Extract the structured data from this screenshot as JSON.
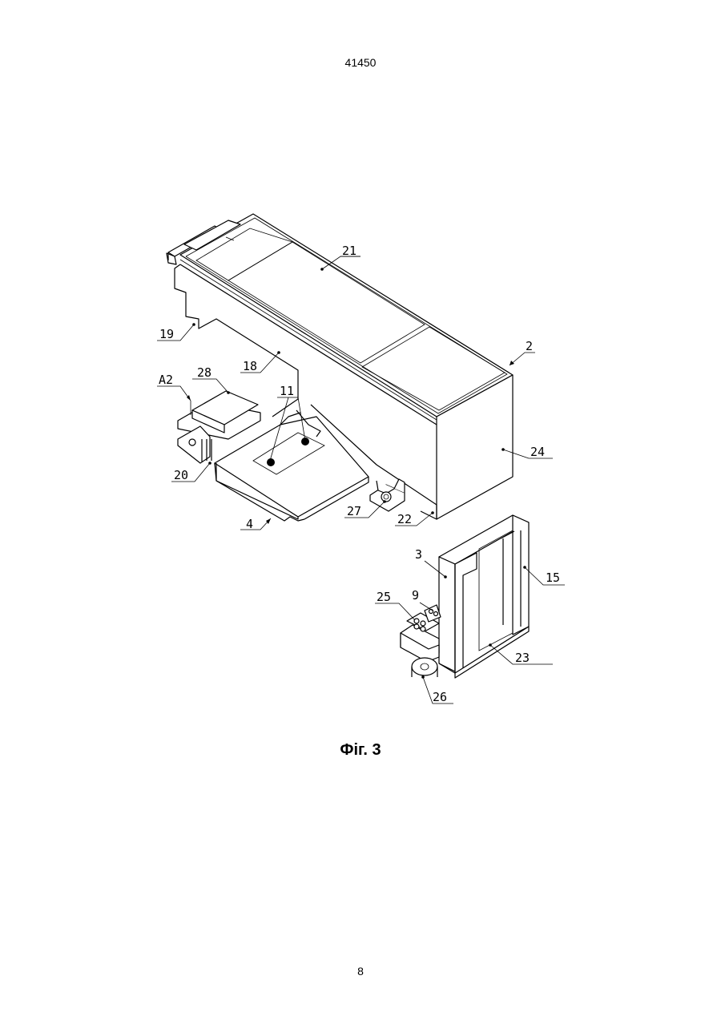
{
  "document": {
    "patent_number": "41450",
    "figure_caption": "Фіг. 3",
    "page_number": "8"
  },
  "labels": {
    "l21": "21",
    "l2": "2",
    "l19": "19",
    "l18": "18",
    "lA2": "A2",
    "l28": "28",
    "l11": "11",
    "l24": "24",
    "l20": "20",
    "l27": "27",
    "l22": "22",
    "l4": "4",
    "l3": "3",
    "l15": "15",
    "l25": "25",
    "l9": "9",
    "l23": "23",
    "l26": "26"
  }
}
